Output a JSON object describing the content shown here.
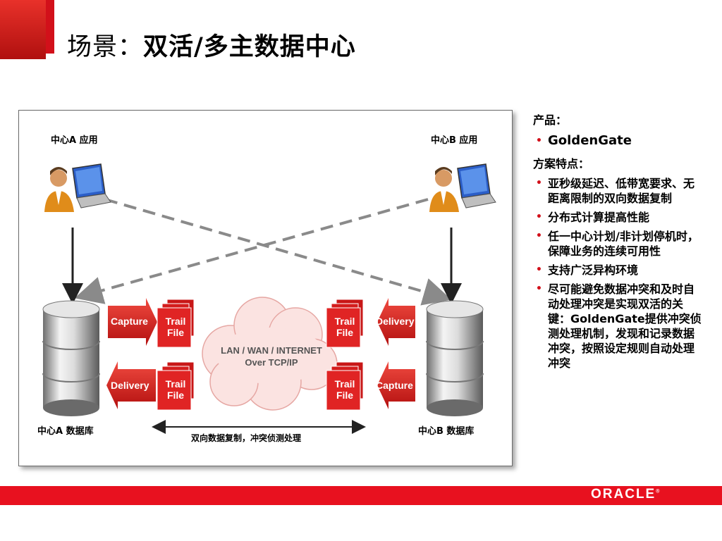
{
  "slide": {
    "title_light": "场景：",
    "title_bold": "双活/多主数据中心"
  },
  "diagram": {
    "center_a_app": "中心A 应用",
    "center_b_app": "中心B 应用",
    "center_a_db": "中心A 数据库",
    "center_b_db": "中心B 数据库",
    "sync_label": "双向数据复制，冲突侦测处理",
    "cloud_line1": "LAN / WAN / INTERNET",
    "cloud_line2": "Over TCP/IP",
    "capture": "Capture",
    "delivery": "Delivery",
    "trail_line1": "Trail",
    "trail_line2": "File"
  },
  "sidebar": {
    "product_heading": "产品：",
    "product": "GoldenGate",
    "features_heading": "方案特点：",
    "features": [
      "亚秒级延迟、低带宽要求、无距离限制的双向数据复制",
      "分布式计算提高性能",
      "任一中心计划/非计划停机时，保障业务的连续可用性",
      "支持广泛异构环境",
      "尽可能避免数据冲突和及时自动处理冲突是实现双活的关键：GoldenGate提供冲突侦测处理机制，发现和记录数据冲突，按照设定规则自动处理冲突"
    ]
  },
  "footer": {
    "logo": "ORACLE",
    "logo_mark": "®"
  },
  "colors": {
    "accent_red": "#e8111f",
    "arrow_red": "#d81e1e",
    "dash_gray": "#8a8a8a"
  }
}
